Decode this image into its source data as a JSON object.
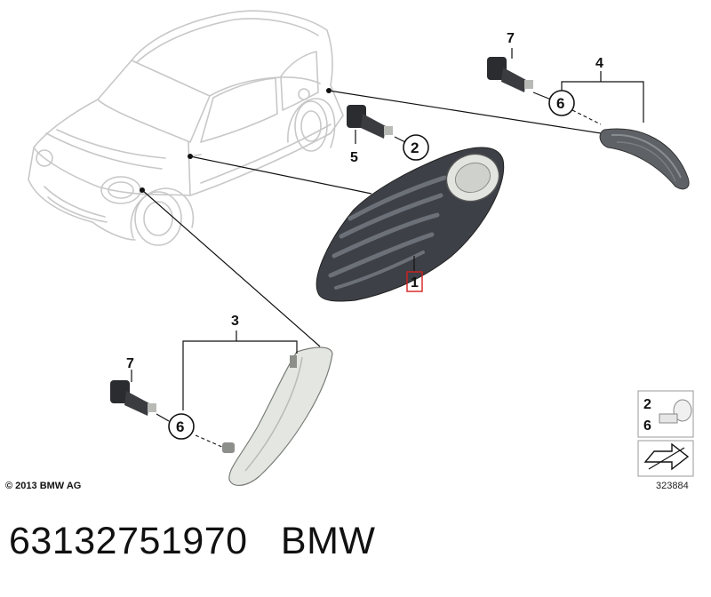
{
  "diagram": {
    "copyright": "© 2013 BMW AG",
    "reference_number": "323884",
    "callouts": {
      "p1": "1",
      "p2": "2",
      "p3": "3",
      "p4": "4",
      "p5": "5",
      "p6a": "6",
      "p6b": "6",
      "p7a": "7",
      "p7b": "7"
    },
    "legend": {
      "top": "2",
      "bottom": "6"
    }
  },
  "footer": {
    "part_number": "63132751970",
    "brand": "BMW"
  },
  "colors": {
    "highlight_box": "#d42020",
    "car_outline": "#c8c8c8",
    "part_dark": "#3a3d42"
  }
}
